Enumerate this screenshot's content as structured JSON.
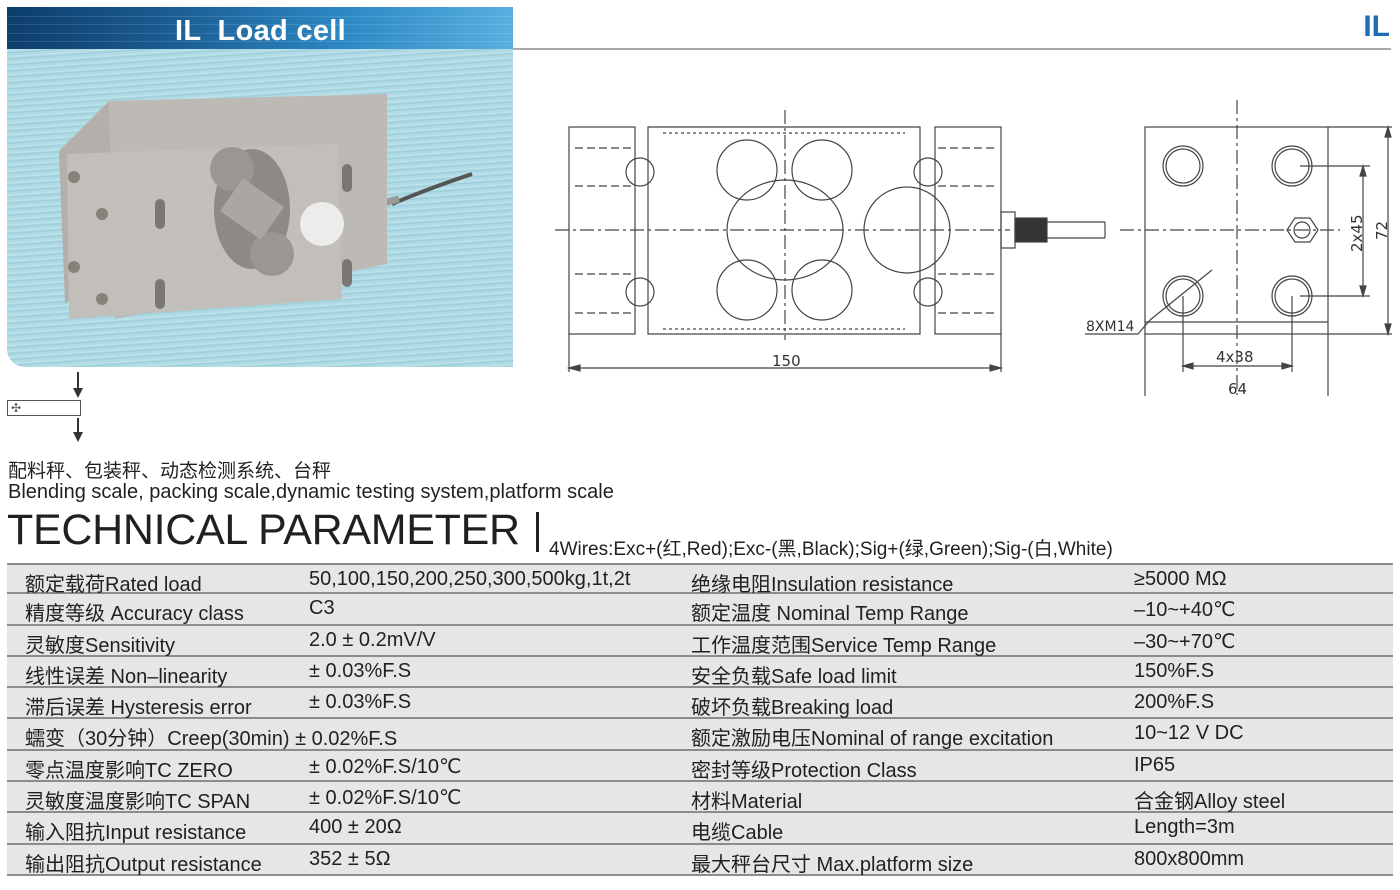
{
  "header": {
    "title": "IL  Load cell",
    "model_code": "IL",
    "title_bar_colors": [
      "#0d3d6b",
      "#2b86c2",
      "#58b0df"
    ],
    "model_code_color": "#1c6db5"
  },
  "product_image": {
    "description": "Stainless steel single-point load cell with cable on blue textured background"
  },
  "installation_diagram": {
    "symbol": "✿-shaped load indicator box with down arrows"
  },
  "drawing_front": {
    "dimension_length": "150"
  },
  "drawing_side": {
    "thread_label": "8XM14",
    "hole_spacing_x": "4x38",
    "hole_spacing_y": "2x45",
    "width": "64",
    "height": "72"
  },
  "applications": {
    "cn": "配料秤、包装秤、动态检测系统、台秤",
    "en": "Blending scale, packing scale,dynamic testing system,platform scale"
  },
  "technical": {
    "title": "TECHNICAL PARAMETER",
    "wires": "4Wires:Exc+(红,Red);Exc-(黑,Black);Sig+(绿,Green);Sig-(白,White)"
  },
  "params": [
    {
      "label_l": "额定载荷Rated load",
      "value_l": "50,100,150,200,250,300,500kg,1t,2t",
      "label_r": "绝缘电阻Insulation resistance",
      "value_r": "≥5000 MΩ"
    },
    {
      "label_l": "精度等级 Accuracy class",
      "value_l": "C3",
      "label_r": "额定温度 Nominal Temp Range",
      "value_r": "–10~+40℃"
    },
    {
      "label_l": "灵敏度Sensitivity",
      "value_l": "2.0 ± 0.2mV/V",
      "label_r": "工作温度范围Service Temp Range",
      "value_r": "–30~+70℃"
    },
    {
      "label_l": "线性误差 Non–linearity",
      "value_l": "± 0.03%F.S",
      "label_r": "安全负载Safe load limit",
      "value_r": "150%F.S"
    },
    {
      "label_l": "滞后误差 Hysteresis error",
      "value_l": "± 0.03%F.S",
      "label_r": "破坏负载Breaking load",
      "value_r": "200%F.S"
    },
    {
      "label_l": "蠕变（30分钟）Creep(30min) ± 0.02%F.S",
      "value_l": "",
      "label_r": "额定激励电压Nominal of range excitation",
      "value_r": "10~12 V DC"
    },
    {
      "label_l": "零点温度影响TC ZERO",
      "value_l": "± 0.02%F.S/10℃",
      "label_r": "密封等级Protection Class",
      "value_r": "IP65"
    },
    {
      "label_l": "灵敏度温度影响TC SPAN",
      "value_l": "± 0.02%F.S/10℃",
      "label_r": "材料Material",
      "value_r": "合金钢Alloy steel"
    },
    {
      "label_l": "输入阻抗Input resistance",
      "value_l": "400 ± 20Ω",
      "label_r": "电缆Cable",
      "value_r": "Length=3m"
    },
    {
      "label_l": "输出阻抗Output resistance",
      "value_l": "352 ± 5Ω",
      "label_r": "最大秤台尺寸 Max.platform size",
      "value_r": "800x800mm"
    }
  ]
}
